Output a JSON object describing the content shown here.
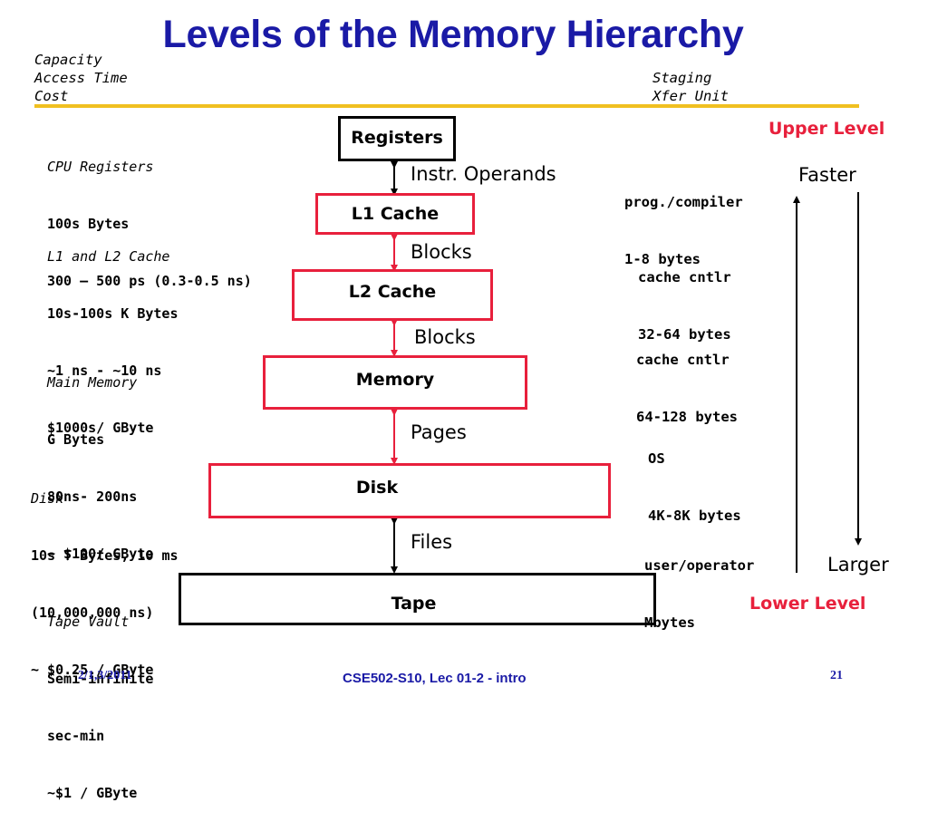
{
  "title": "Levels of the Memory Hierarchy",
  "header_left": [
    "Capacity",
    "Access Time",
    "Cost"
  ],
  "header_right": [
    "Staging",
    "Xfer Unit"
  ],
  "specs": [
    {
      "name": "CPU Registers",
      "lines": [
        "100s Bytes",
        "300 – 500 ps (0.3-0.5 ns)"
      ]
    },
    {
      "name": "L1 and L2 Cache",
      "lines": [
        "10s-100s K Bytes",
        "~1 ns - ~10 ns",
        "$1000s/ GByte"
      ]
    },
    {
      "name": "Main Memory",
      "lines": [
        "G Bytes",
        "80ns- 200ns",
        "~ $100/ GByte"
      ]
    },
    {
      "name": "Disk",
      "lines": [
        "10s T Bytes, 10 ms",
        "(10,000,000 ns)",
        "~ $0.25 / GByte"
      ]
    },
    {
      "name": "Tape Vault",
      "lines": [
        "Semi-infinite",
        "sec-min",
        "~$1 / GByte"
      ]
    }
  ],
  "levels": [
    "Registers",
    "L1 Cache",
    "L2 Cache",
    "Memory",
    "Disk",
    "Tape"
  ],
  "transfer_units": [
    "Instr. Operands",
    "Blocks",
    "Blocks",
    "Pages",
    "Files"
  ],
  "staging": [
    [
      "prog./compiler",
      "1-8 bytes"
    ],
    [
      "cache cntlr",
      "32-64 bytes"
    ],
    [
      "cache cntlr",
      "64-128 bytes"
    ],
    [
      "OS",
      "4K-8K bytes"
    ],
    [
      "user/operator",
      "Mbytes"
    ]
  ],
  "upper_level": "Upper Level",
  "lower_level": "Lower Level",
  "faster": "Faster",
  "larger": "Larger",
  "footer": {
    "date": "2/1,3/2011",
    "course": "CSE502-S10, Lec 01-2 - intro",
    "page": "21"
  },
  "colors": {
    "title": "#1a1aa6",
    "level_border": "#e8203c",
    "rule": "#f0c020"
  }
}
